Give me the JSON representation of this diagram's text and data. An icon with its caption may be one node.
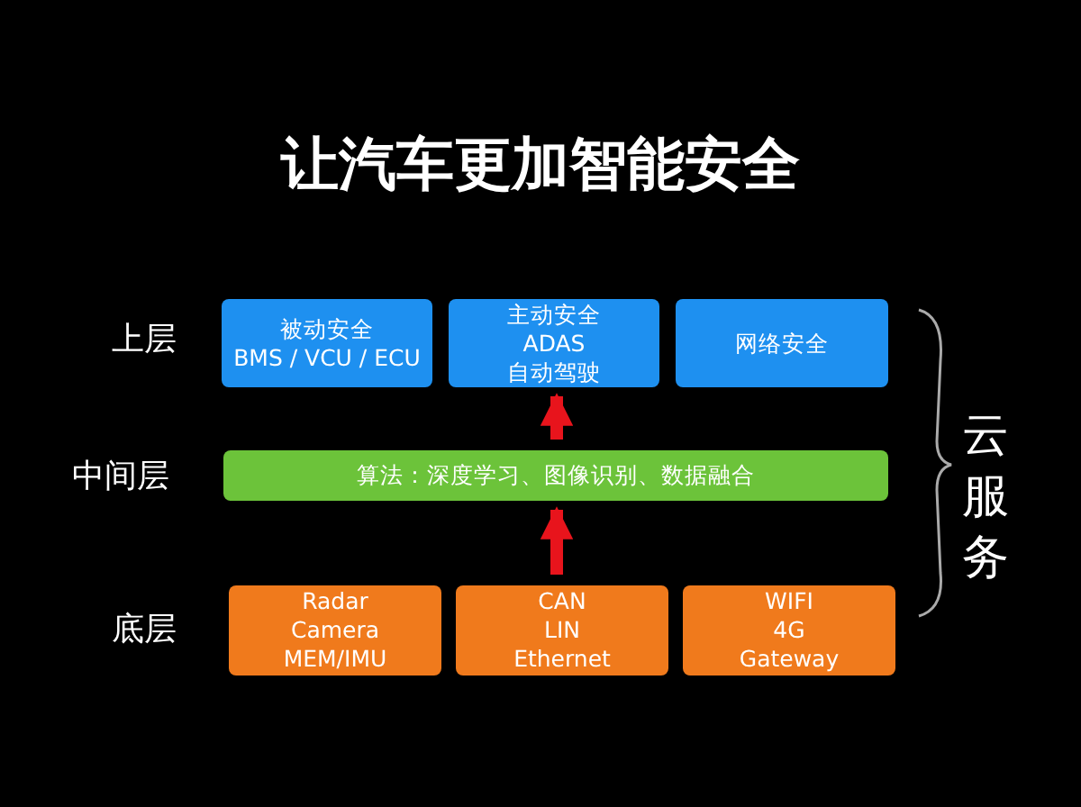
{
  "diagram": {
    "title": "让汽车更加智能安全",
    "nodes": [
      {
        "text": [
          "被动安全",
          "BMS / VCU / ECU"
        ]
      },
      {
        "text": [
          "主动安全",
          "ADAS",
          "自动驾驶"
        ]
      },
      {
        "text": [
          "网络安全"
        ]
      },
      {
        "text": [
          "算法：深度学习、图像识别、数据融合"
        ]
      },
      {
        "text": [
          "Radar",
          "Camera",
          "MEM/IMU"
        ]
      },
      {
        "text": [
          "CAN",
          "LIN",
          "Ethernet"
        ]
      },
      {
        "text": [
          "WIFI",
          "4G",
          "Gateway"
        ]
      }
    ],
    "edges": [
      {
        "from": 3,
        "to": 1,
        "arrow": "to"
      },
      {
        "from": 5,
        "to": 3,
        "arrow": "to"
      }
    ],
    "labels": [
      "上层",
      "中间层",
      "底层",
      "云服务"
    ]
  }
}
